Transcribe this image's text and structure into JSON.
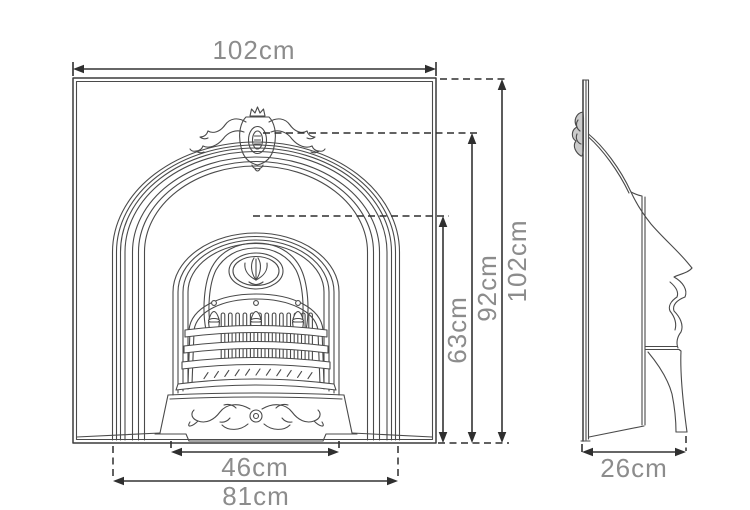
{
  "diagram": {
    "subject": "arched cast-iron fireplace insert, front and side elevation line drawing"
  },
  "dimensions": {
    "front": {
      "top_width": "102cm",
      "overall_height": "102cm",
      "crest_height": "92cm",
      "opening_height": "63cm",
      "grate_width": "46cm",
      "base_width": "81cm"
    },
    "side": {
      "depth": "26cm"
    }
  },
  "colors": {
    "background": "#ffffff",
    "artwork_line": "#4a4a4a",
    "dimension_line": "#2f2f2f",
    "label_text": "#8c8c8c"
  }
}
